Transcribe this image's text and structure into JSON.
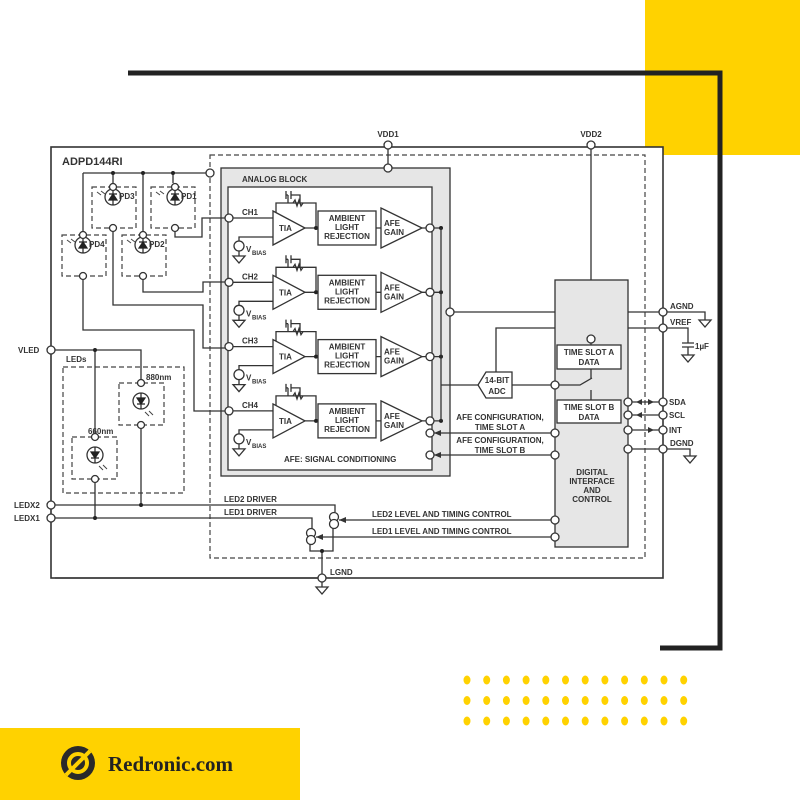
{
  "chip": {
    "title": "ADPD144RI"
  },
  "pins": {
    "vdd1": "VDD1",
    "vdd2": "VDD2",
    "vled": "VLED",
    "ledx2": "LEDX2",
    "ledx1": "LEDX1",
    "lgnd": "LGND",
    "agnd": "AGND",
    "vref": "VREF",
    "sda": "SDA",
    "scl": "SCL",
    "int": "INT",
    "dgnd": "DGND"
  },
  "capacitor": "1µF",
  "photodiodes": [
    "PD1",
    "PD2",
    "PD3",
    "PD4"
  ],
  "leds": {
    "label": "LEDs",
    "led1": "660nm",
    "led2": "880nm"
  },
  "analog_block": {
    "title": "ANALOG BLOCK",
    "subtitle": "AFE: SIGNAL CONDITIONING",
    "channels": [
      {
        "name": "CH1"
      },
      {
        "name": "CH2"
      },
      {
        "name": "CH3"
      },
      {
        "name": "CH4"
      }
    ],
    "tia": "TIA",
    "vbias": "V",
    "vbias_sub": "BIAS",
    "ambient": [
      "AMBIENT",
      "LIGHT",
      "REJECTION"
    ],
    "gain": [
      "AFE",
      "GAIN"
    ]
  },
  "adc": [
    "14-BIT",
    "ADC"
  ],
  "afe_config_a": [
    "AFE CONFIGURATION,",
    "TIME SLOT A"
  ],
  "afe_config_b": [
    "AFE CONFIGURATION,",
    "TIME SLOT B"
  ],
  "time_slot_a": [
    "TIME SLOT A",
    "DATA"
  ],
  "time_slot_b": [
    "TIME SLOT B",
    "DATA"
  ],
  "digital": [
    "DIGITAL",
    "INTERFACE",
    "AND",
    "CONTROL"
  ],
  "drivers": {
    "led2": "LED2 DRIVER",
    "led1": "LED1 DRIVER",
    "led2_ctrl": "LED2 LEVEL AND TIMING CONTROL",
    "led1_ctrl": "LED1 LEVEL AND TIMING CONTROL"
  },
  "brand": {
    "name": "Redronic.com",
    "accent": "#FFD200"
  }
}
